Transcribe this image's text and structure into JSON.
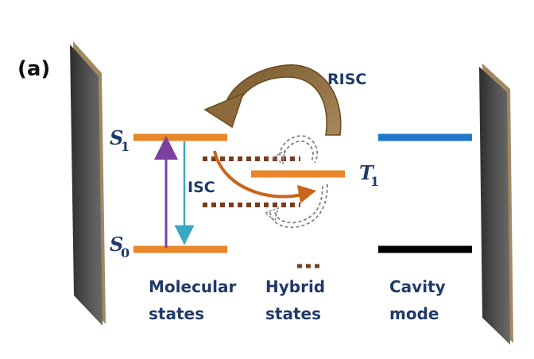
{
  "panel_label": "(a)",
  "levels": {
    "s1": {
      "symbol": "S",
      "subscript": "1"
    },
    "s0": {
      "symbol": "S",
      "subscript": "0"
    },
    "t1": {
      "symbol": "T",
      "subscript": "1"
    }
  },
  "processes": {
    "risc": "RISC",
    "isc": "ISC"
  },
  "captions": {
    "molecular": [
      "Molecular",
      "states"
    ],
    "hybrid": [
      "Hybrid",
      "states"
    ],
    "cavity": [
      "Cavity",
      "mode"
    ]
  },
  "colors": {
    "molecular_level": "#e8872a",
    "cavity_level_upper": "#1f78c8",
    "cavity_level_lower": "#000000",
    "hybrid_level": "#7a3b1e",
    "absorption_arrow": "#7b3f9e",
    "isc_arrow": "#3aa8c2",
    "risc_arrow": "#8c6a3c",
    "text": "#1f3a6a",
    "mirror": "#4a4a4a"
  }
}
